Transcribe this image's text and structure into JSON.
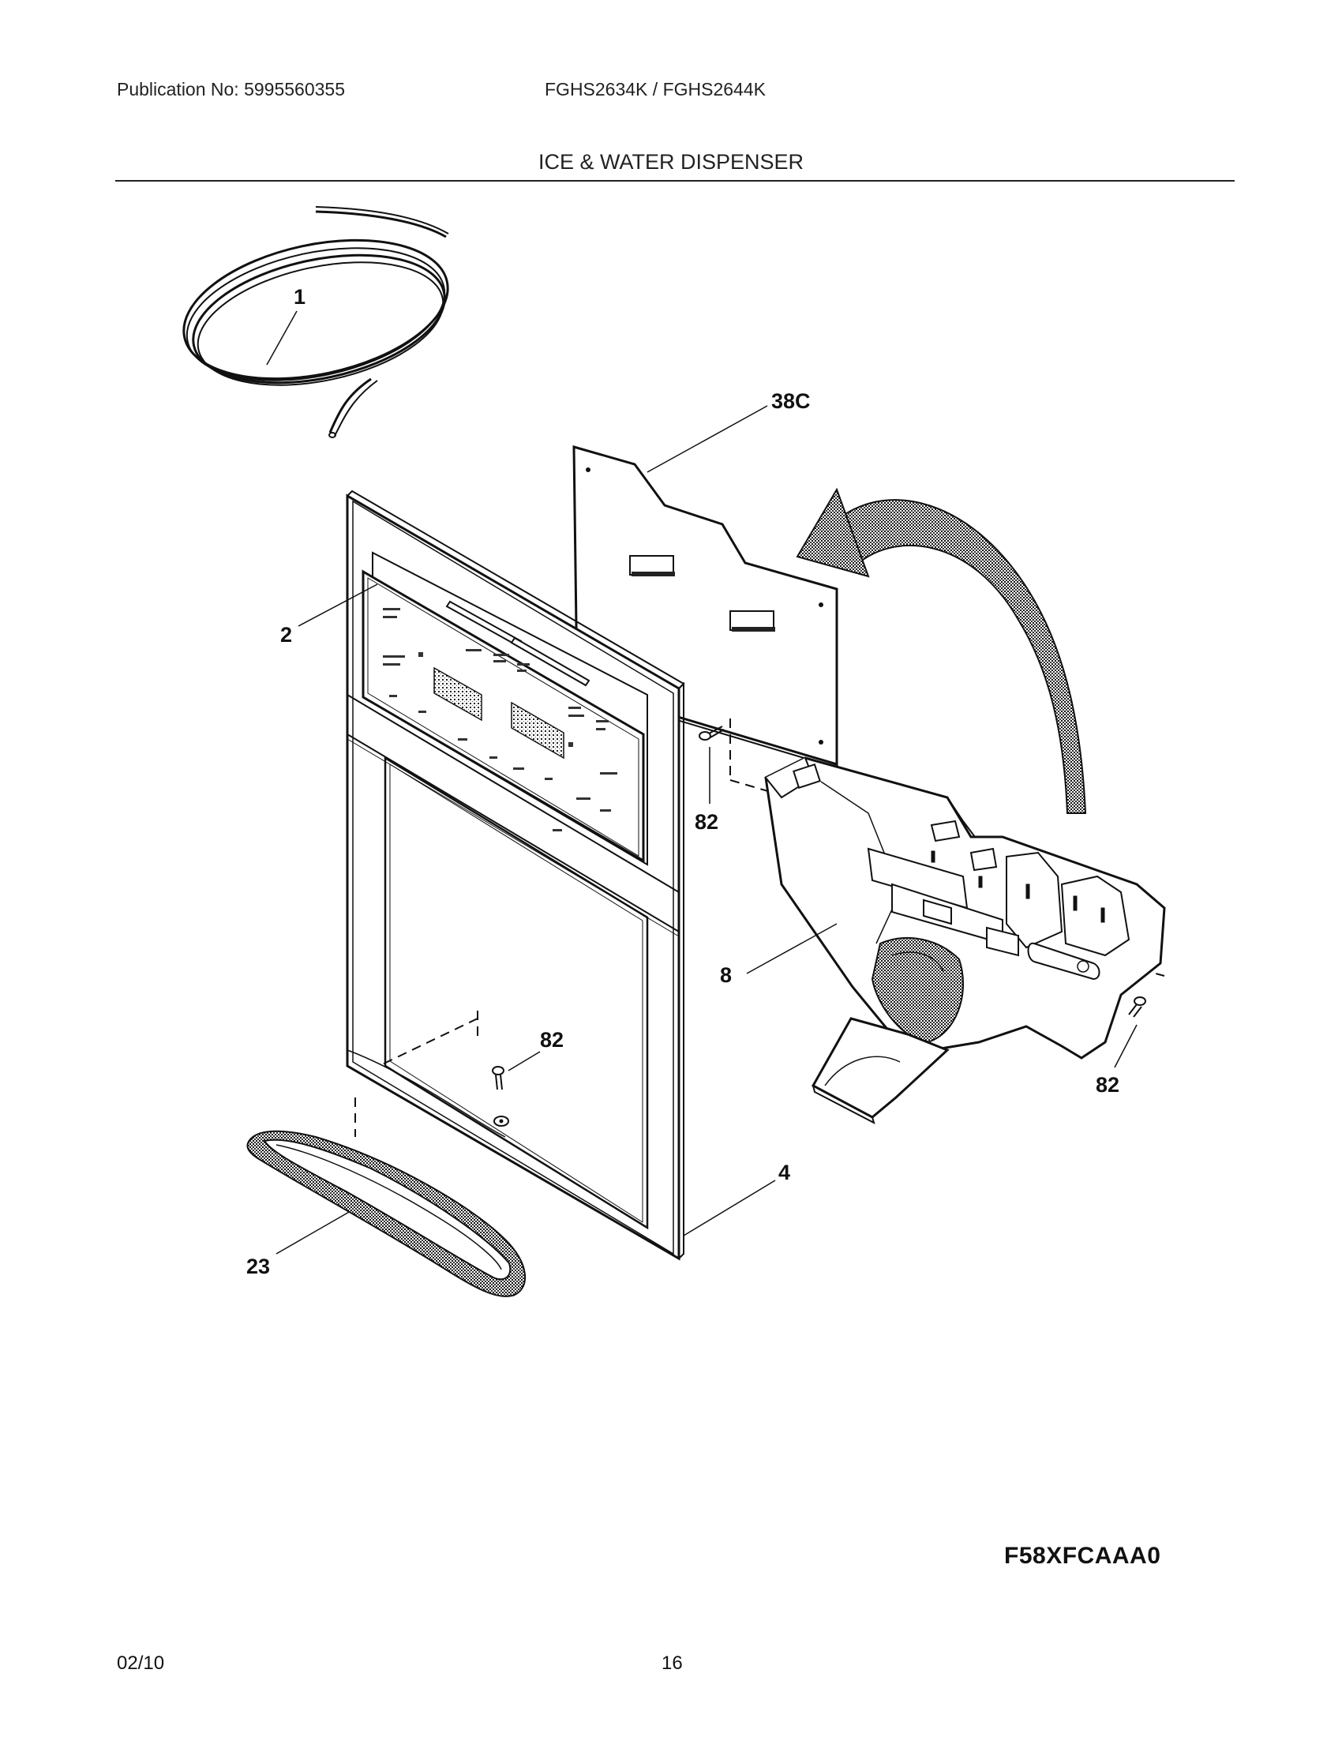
{
  "header": {
    "publication": "Publication No: 5995560355",
    "models": "FGHS2634K / FGHS2644K",
    "section_title": "ICE & WATER DISPENSER"
  },
  "callouts": {
    "tubing": "1",
    "control_board": "38C",
    "overlay": "2",
    "screw_a": "82",
    "screw_b": "82",
    "screw_c": "82",
    "dispenser_module": "8",
    "panel": "4",
    "drip_tray": "23"
  },
  "footer": {
    "diagram_code": "F58XFCAAA0",
    "date": "02/10",
    "page": "16"
  }
}
